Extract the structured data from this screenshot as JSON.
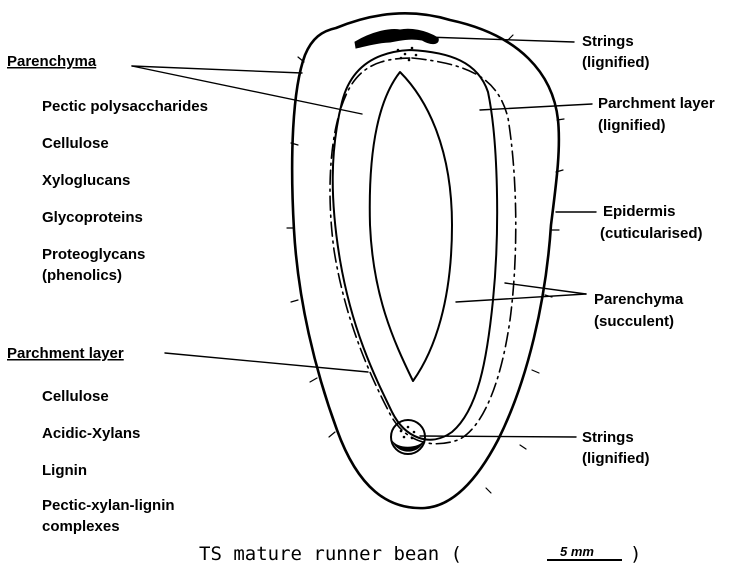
{
  "left_groups": [
    {
      "heading": "Parenchyma",
      "items": [
        "Pectic polysaccharides",
        "Cellulose",
        "Xyloglucans",
        "Glycoproteins",
        "Proteoglycans",
        "(phenolics)"
      ]
    },
    {
      "heading": "Parchment layer",
      "items": [
        "Cellulose",
        "Acidic-Xylans",
        "Lignin",
        "Pectic-xylan-lignin",
        "complexes"
      ]
    }
  ],
  "right_labels": [
    {
      "line1": "Strings",
      "line2": "(lignified)"
    },
    {
      "line1": "Parchment layer",
      "line2": "(lignified)"
    },
    {
      "line1": "Epidermis",
      "line2": "(cuticularised)"
    },
    {
      "line1": "Parenchyma",
      "line2": "(succulent)"
    },
    {
      "line1": "Strings",
      "line2": "(lignified)"
    }
  ],
  "caption": {
    "text": "TS mature runner bean (",
    "scale": "5 mm",
    "close": ")"
  }
}
